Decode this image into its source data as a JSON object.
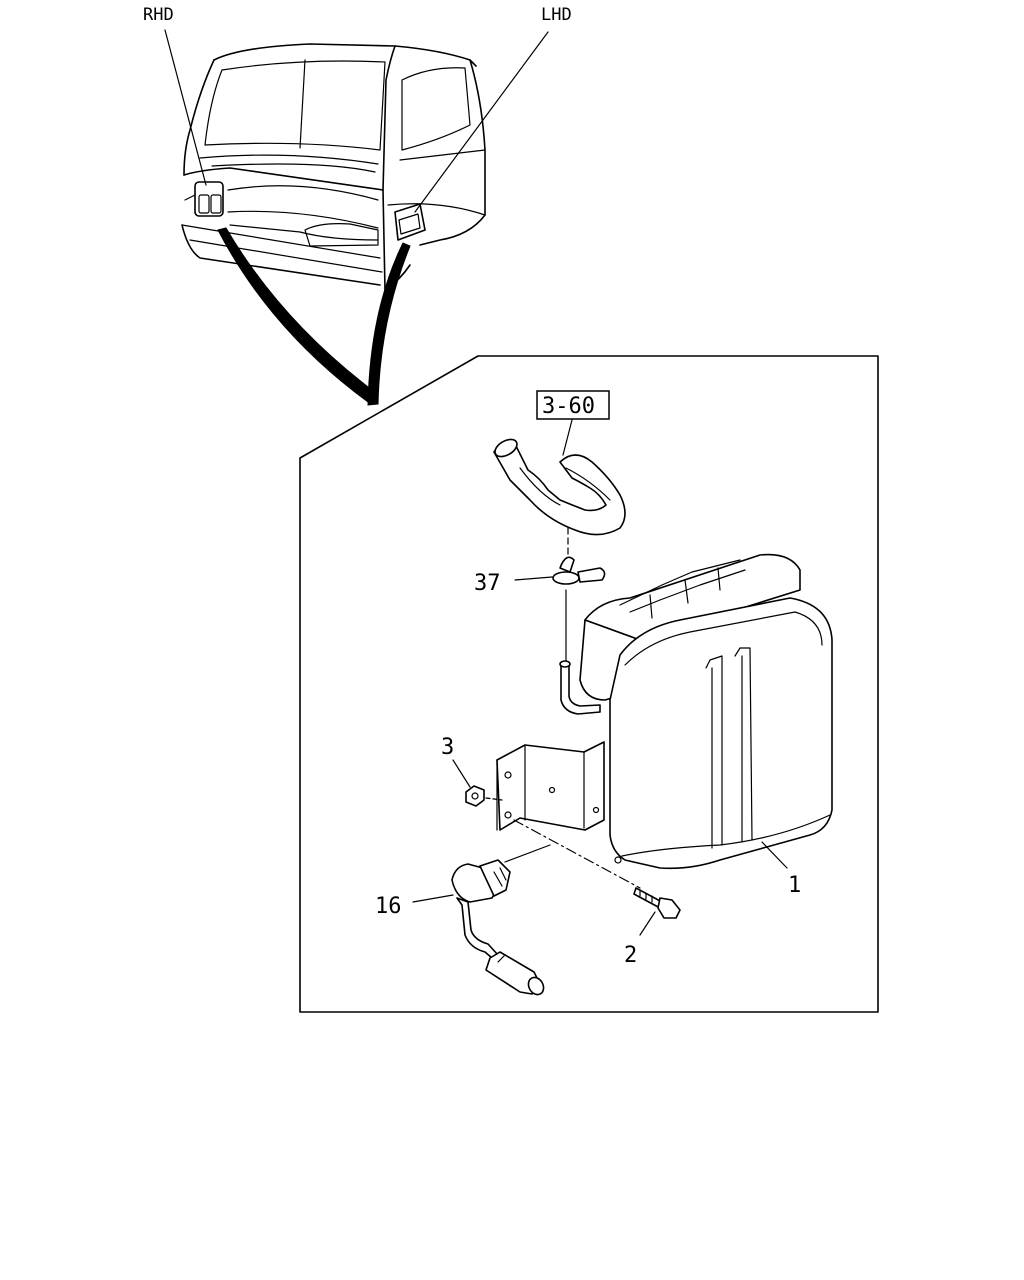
{
  "labels": {
    "rhd": "RHD",
    "lhd": "LHD",
    "ref": "3-60",
    "part_37": "37",
    "part_3": "3",
    "part_16": "16",
    "part_2": "2",
    "part_1": "1"
  }
}
